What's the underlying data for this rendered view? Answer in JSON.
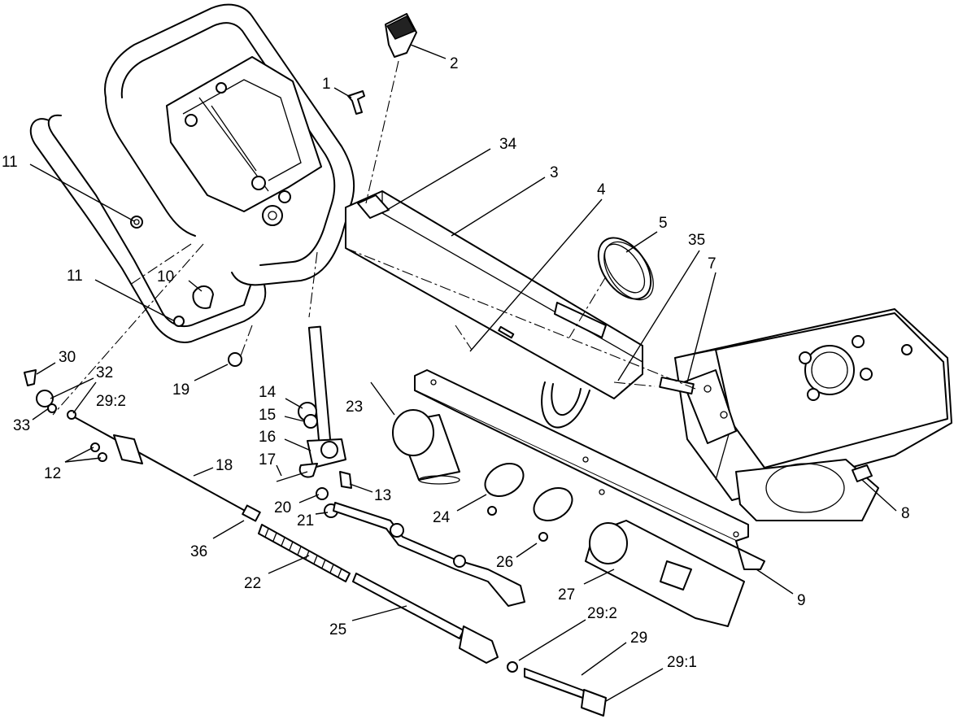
{
  "callouts": [
    {
      "id": "c1",
      "label": "1"
    },
    {
      "id": "c2",
      "label": "2"
    },
    {
      "id": "c3",
      "label": "3"
    },
    {
      "id": "c4",
      "label": "4"
    },
    {
      "id": "c5",
      "label": "5"
    },
    {
      "id": "c7",
      "label": "7"
    },
    {
      "id": "c8",
      "label": "8"
    },
    {
      "id": "c9",
      "label": "9"
    },
    {
      "id": "c10",
      "label": "10"
    },
    {
      "id": "c11a",
      "label": "11"
    },
    {
      "id": "c11b",
      "label": "11"
    },
    {
      "id": "c12",
      "label": "12"
    },
    {
      "id": "c13",
      "label": "13"
    },
    {
      "id": "c14",
      "label": "14"
    },
    {
      "id": "c15",
      "label": "15"
    },
    {
      "id": "c16",
      "label": "16"
    },
    {
      "id": "c17",
      "label": "17"
    },
    {
      "id": "c18",
      "label": "18"
    },
    {
      "id": "c19",
      "label": "19"
    },
    {
      "id": "c20",
      "label": "20"
    },
    {
      "id": "c21",
      "label": "21"
    },
    {
      "id": "c22",
      "label": "22"
    },
    {
      "id": "c23",
      "label": "23"
    },
    {
      "id": "c24",
      "label": "24"
    },
    {
      "id": "c25",
      "label": "25"
    },
    {
      "id": "c26",
      "label": "26"
    },
    {
      "id": "c27",
      "label": "27"
    },
    {
      "id": "c29",
      "label": "29"
    },
    {
      "id": "c29_1",
      "label": "29:1"
    },
    {
      "id": "c29_2a",
      "label": "29:2"
    },
    {
      "id": "c29_2b",
      "label": "29:2"
    },
    {
      "id": "c30",
      "label": "30"
    },
    {
      "id": "c32",
      "label": "32"
    },
    {
      "id": "c33",
      "label": "33"
    },
    {
      "id": "c34",
      "label": "34"
    },
    {
      "id": "c35",
      "label": "35"
    },
    {
      "id": "c36",
      "label": "36"
    }
  ]
}
